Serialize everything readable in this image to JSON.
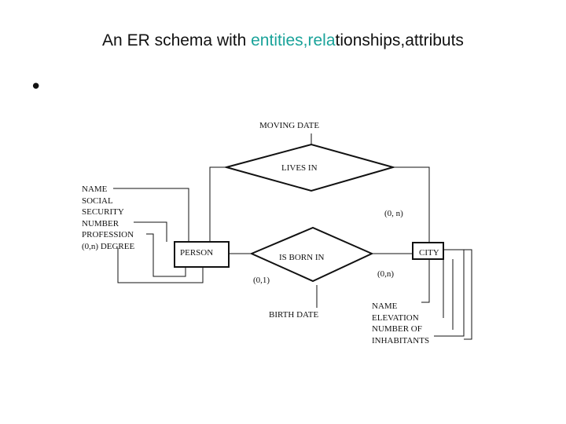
{
  "title": {
    "part1": "An ER schema with ",
    "part2": "entities,rela",
    "part3": "tionships,attributs",
    "accent_color": "#1aa39a"
  },
  "bullet": "•",
  "diagram": {
    "entities": {
      "person": "PERSON",
      "city": "CITY"
    },
    "relationships": {
      "lives_in": "LIVES IN",
      "is_born_in": "IS BORN IN"
    },
    "relationship_attributes": {
      "moving_date": "MOVING DATE",
      "birth_date": "BIRTH DATE"
    },
    "cardinalities": {
      "city_lives_in": "(0, n)",
      "city_born_in": "(0,n)",
      "person_born_in": "(0,1)"
    },
    "person_attributes": [
      "NAME",
      "SOCIAL",
      "SECURITY",
      "NUMBER",
      "PROFESSION",
      "(0,n) DEGREE"
    ],
    "city_attributes": [
      "NAME",
      "ELEVATION",
      "NUMBER OF",
      "INHABITANTS"
    ]
  }
}
